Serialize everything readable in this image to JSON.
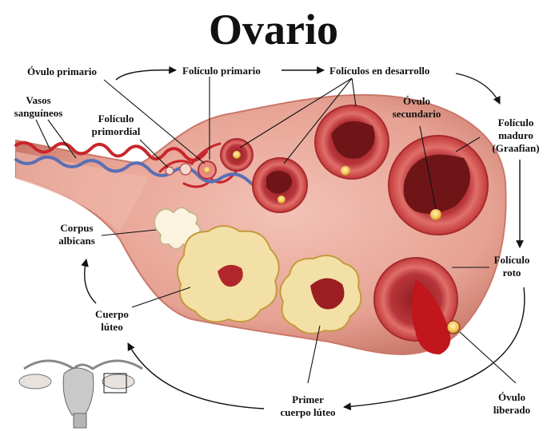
{
  "title": "Ovario",
  "labels": {
    "ovulo_primario": "Óvulo primario",
    "foliculo_primario": "Folículo primario",
    "foliculos_desarrollo": "Folículos en desarrollo",
    "vasos_1": "Vasos",
    "vasos_2": "sanguíneos",
    "foliculo_primordial_1": "Folículo",
    "foliculo_primordial_2": "primordial",
    "ovulo_secundario_1": "Óvulo",
    "ovulo_secundario_2": "secundario",
    "foliculo_maduro_1": "Folículo",
    "foliculo_maduro_2": "maduro",
    "foliculo_maduro_3": "(Graafian)",
    "corpus_albicans_1": "Corpus",
    "corpus_albicans_2": "albicans",
    "foliculo_roto_1": "Folículo",
    "foliculo_roto_2": "roto",
    "cuerpo_luteo_1": "Cuerpo",
    "cuerpo_luteo_2": "lúteo",
    "primer_cuerpo_1": "Primer",
    "primer_cuerpo_2": "cuerpo lúteo",
    "ovulo_liberado_1": "Óvulo",
    "ovulo_liberado_2": "liberado"
  },
  "colors": {
    "ovary_fill": "#e9a99b",
    "ovary_edge": "#c9786a",
    "follicle_red": "#c23a3a",
    "follicle_dark": "#8e1f22",
    "egg_yellow": "#f2c14e",
    "luteum_yellow": "#f3e0a6",
    "vein_blue": "#5a6fb5",
    "artery_red": "#c8262b"
  }
}
